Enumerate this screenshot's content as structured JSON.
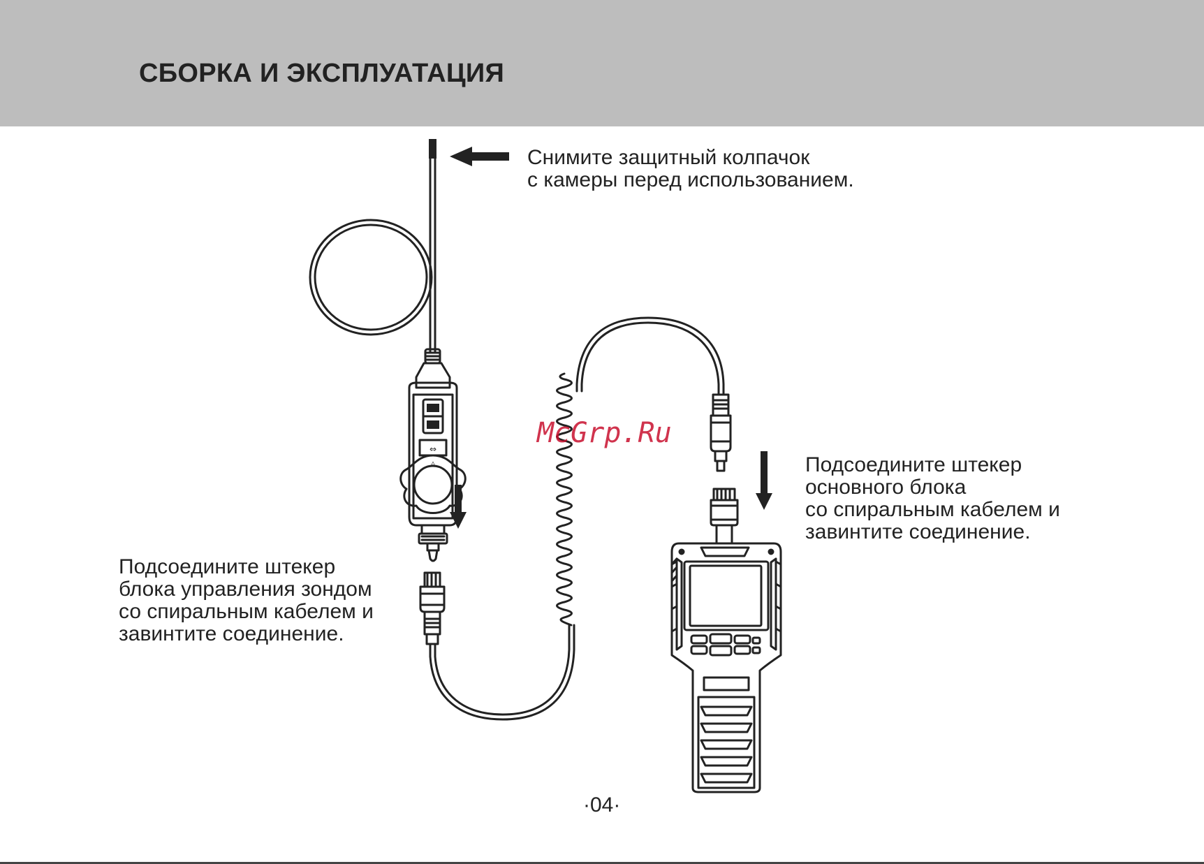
{
  "header": {
    "title": "СБОРКА И ЭКСПЛУАТАЦИЯ",
    "background": "#bdbdbd"
  },
  "captions": {
    "remove_cap": [
      "Снимите защитный колпачок",
      "с камеры перед использованием."
    ],
    "connect_main_unit": [
      "Подсоедините штекер",
      "основного блока",
      "со спиральным кабелем и",
      "завинтите соединение."
    ],
    "connect_probe_control": [
      "Подсоедините штекер",
      "блока управления зондом",
      "со спиральным кабелем и",
      "завинтите соединение."
    ]
  },
  "watermark": {
    "text": "McGrp.Ru",
    "color": "#c8102e"
  },
  "footer": {
    "page_number": "04",
    "separator": "·"
  },
  "figure": {
    "parts": [
      "probe-cable",
      "probe-control-unit",
      "spiral-cable",
      "main-unit"
    ],
    "arrows": [
      "arrow-left",
      "arrow-down",
      "arrow-down"
    ]
  }
}
